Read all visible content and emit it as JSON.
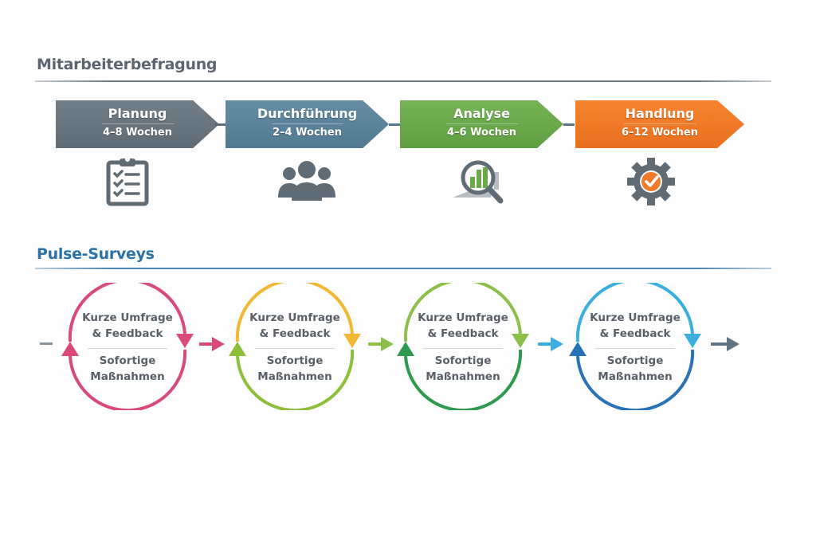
{
  "sections": {
    "process_title": "Mitarbeiterbefragung",
    "pulse_title": "Pulse-Surveys"
  },
  "phases": [
    {
      "name": "Planung",
      "duration": "4–8 Wochen",
      "color": "#67737d",
      "icon": "clipboard-checklist-icon"
    },
    {
      "name": "Durchführung",
      "duration": "2–4 Wochen",
      "color": "#5b8299",
      "icon": "people-group-icon"
    },
    {
      "name": "Analyse",
      "duration": "4–6 Wochen",
      "color": "#6aa84a",
      "icon": "magnifier-chart-icon"
    },
    {
      "name": "Handlung",
      "duration": "6–12 Wochen",
      "color": "#f07a2a",
      "icon": "gear-check-icon"
    }
  ],
  "cycles": [
    {
      "top_line1": "Kurze Umfrage",
      "top_line2": "& Feedback",
      "bottom_line1": "Sofortige",
      "bottom_line2": "Maßnahmen",
      "top_color": "#d84a7a",
      "bottom_color": "#d84a7a"
    },
    {
      "top_line1": "Kurze Umfrage",
      "top_line2": "& Feedback",
      "bottom_line1": "Sofortige",
      "bottom_line2": "Maßnahmen",
      "top_color": "#f2b833",
      "bottom_color": "#8cbf3a"
    },
    {
      "top_line1": "Kurze Umfrage",
      "top_line2": "& Feedback",
      "bottom_line1": "Sofortige",
      "bottom_line2": "Maßnahmen",
      "top_color": "#8cc04a",
      "bottom_color": "#2e9a4e"
    },
    {
      "top_line1": "Kurze Umfrage",
      "top_line2": "& Feedback",
      "bottom_line1": "Sofortige",
      "bottom_line2": "Maßnahmen",
      "top_color": "#3aaedc",
      "bottom_color": "#2a72b8"
    }
  ],
  "links": [
    {
      "color": "#d84a7a"
    },
    {
      "color": "#8cc04a"
    },
    {
      "color": "#3aaedc"
    },
    {
      "color": "#5f7586"
    }
  ],
  "lead_dash_color": "#8a939b"
}
